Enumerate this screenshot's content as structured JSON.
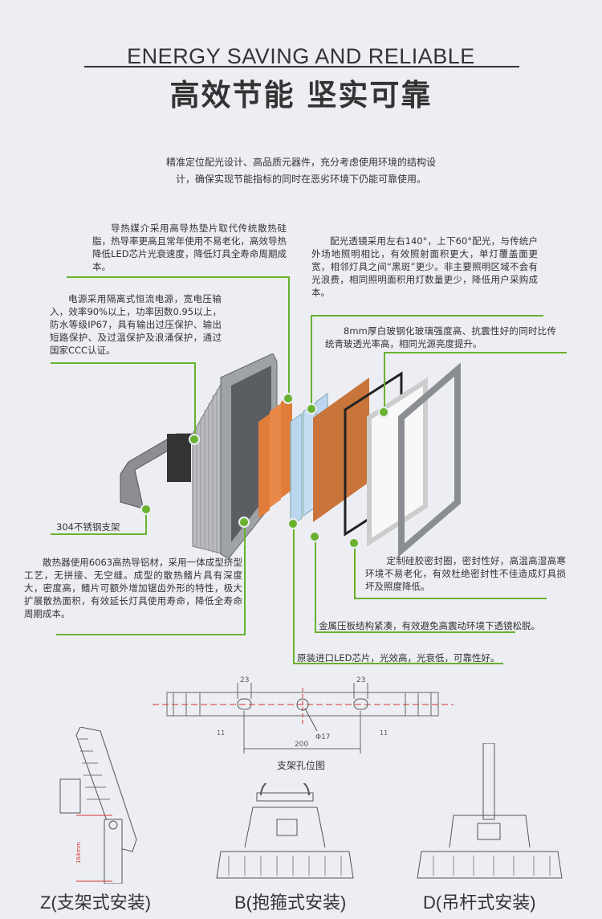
{
  "header": {
    "title_en": "ENERGY SAVING AND RELIABLE",
    "title_cn": "高效节能 坚实可靠"
  },
  "intro": [
    "精准定位配光设计、高品质元器件，充分考虑使用环境的结构设",
    "计，确保实现节能指标的同时在恶劣环境下仍能可靠使用。"
  ],
  "callouts": {
    "thermal_pad": "导热媒介采用高导热垫片取代传统散热硅脂，热导率更高且常年使用不易老化，高效导热降低LED芯片光衰速度，降低灯具全寿命周期成本。",
    "power": "电源采用隔离式恒流电源，宽电压输入，效率90%以上，功率因数0.95以上，防水等级IP67，具有输出过压保护、输出短路保护、及过温保护及浪涌保护，通过国家CCC认证。",
    "lens": "配光透镜采用左右140°，上下60°配光，与传统户外场地照明相比，有效照射面积更大，单灯覆盖面更宽，相邻灯具之间“黑斑”更少。非主要照明区域不会有光浪费，相同照明面积用灯数量更少，降低用户采购成本。",
    "glass": "8mm厚白玻钢化玻璃强度高、抗震性好的同时比传统青玻透光率高，相同光源亮度提升。",
    "bracket": "304不锈钢支架",
    "heatsink": "散热器使用6063高热导铝材，采用一体成型挤型工艺，无拼接、无空缝。成型的散热鳍片具有深度大，密度高，鳍片可额外增加锯齿外形的特性，极大扩展散热面积，有效延长灯具使用寿命，降低全寿命周期成本。",
    "seal": "定制硅胶密封圈，密封性好，高温高湿高寒环境不易老化，有效杜绝密封性不佳造成灯具损坏及照度降低。",
    "plate": "金属压板结构紧凑，有效避免高震动环境下透镜松脱。",
    "led": "原装进口LED芯片，光效高，光衰低，可靠性好。"
  },
  "drawing": {
    "dim_slot": "23",
    "dim_slot2": "23",
    "dim_hole": "Φ17",
    "dim_span": "200",
    "dim_h": "11",
    "caption": "支架孔位图"
  },
  "install": {
    "z": "Z(支架式安装)",
    "b": "B(抱箍式安装)",
    "d": "D(吊杆式安装)",
    "height_dim": "164mm"
  },
  "colors": {
    "accent": "#69b12f",
    "bg": "#eceef3"
  }
}
